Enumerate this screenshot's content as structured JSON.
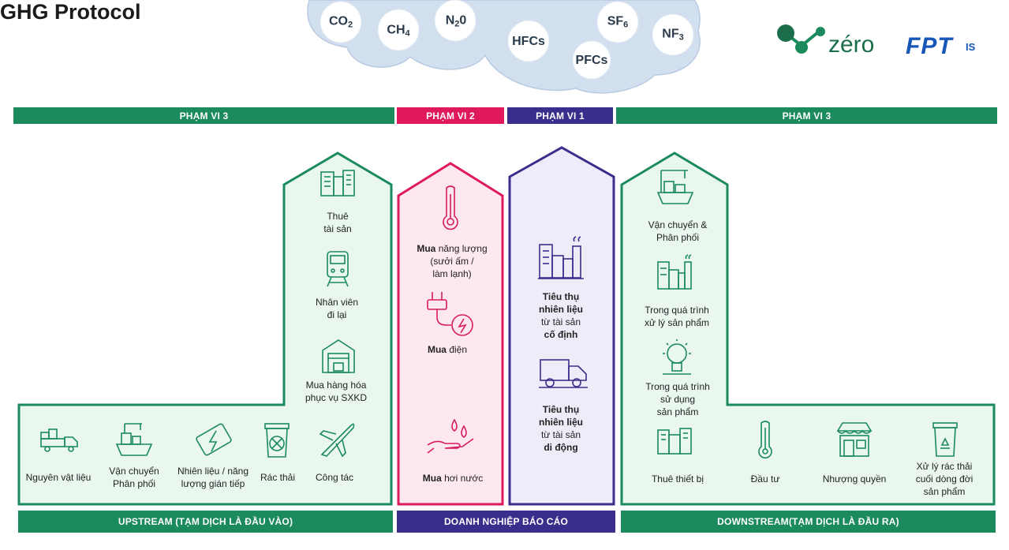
{
  "title": "GHG Protocol",
  "gases": {
    "co2": {
      "main": "CO",
      "sub": "2"
    },
    "ch4": {
      "main": "CH",
      "sub": "4"
    },
    "n2o": {
      "main": "N",
      "sub": "2",
      "tail": "0"
    },
    "hfcs": "HFCs",
    "pfcs": "PFCs",
    "sf6": {
      "main": "SF",
      "sub": "6"
    },
    "nf3": {
      "main": "NF",
      "sub": "3"
    }
  },
  "logos": {
    "zero": "zéro",
    "fpt": "FPT",
    "fpt_suffix": "IS"
  },
  "scope_bars": {
    "scope3_left": "PHẠM VI 3",
    "scope2": "PHẠM VI 2",
    "scope1": "PHẠM VI 1",
    "scope3_right": "PHẠM VI 3"
  },
  "bottom_bars": {
    "upstream": "UPSTREAM (TẠM DỊCH LÀ ĐẦU VÀO)",
    "company": "DOANH NGHIỆP BÁO CÁO",
    "downstream": "DOWNSTREAM(TẠM DỊCH LÀ ĐẦU RA)"
  },
  "upstream_tower": {
    "lease": [
      "Thuê",
      "tài sản"
    ],
    "travel": [
      "Nhân viên",
      "đi lại"
    ],
    "goods": [
      "Mua hàng hóa",
      "phục vụ SXKD"
    ]
  },
  "upstream_row": {
    "materials": "Nguyên vật liệu",
    "transport": [
      "Vận chuyển",
      "Phân phối"
    ],
    "fuel": [
      "Nhiên liệu / năng",
      "lượng gián tiếp"
    ],
    "waste": "Rác thải",
    "business": "Công tác"
  },
  "scope2_items": {
    "energy": {
      "bold": "Mua",
      "rest": " năng lượng",
      "lines": [
        "(sưởi ấm /",
        "làm lạnh)"
      ]
    },
    "electricity": {
      "bold": "Mua",
      "rest": " điện"
    },
    "steam": {
      "bold": "Mua",
      "rest": " hơi nước"
    }
  },
  "scope1_items": {
    "stationary": {
      "l1": "Tiêu thụ",
      "l2": "nhiên liệu",
      "l3": "từ tài sản",
      "l4": "cố định"
    },
    "mobile": {
      "l1": "Tiêu thụ",
      "l2": "nhiên liệu",
      "l3": "từ tài sản",
      "l4": "di động"
    }
  },
  "downstream_tower": {
    "transport": [
      "Vận chuyển &",
      "Phân phối"
    ],
    "processing": [
      "Trong quá trình",
      "xử lý sản phẩm"
    ],
    "use": [
      "Trong quá trình",
      "sử dụng",
      "sản phẩm"
    ]
  },
  "downstream_row": {
    "lease": "Thuê thiết bị",
    "invest": "Đầu tư",
    "franchise": "Nhượng quyền",
    "eol": [
      "Xử lý rác thải",
      "cuối dòng đời",
      "sản phẩm"
    ]
  },
  "colors": {
    "green": "#1b8a5c",
    "green_fill": "#e9f7ef",
    "magenta": "#e0185e",
    "magenta_fill": "#fde8ef",
    "purple": "#3a2e8c",
    "purple_fill": "#eeecf8",
    "cloud": "#cfdcec"
  }
}
